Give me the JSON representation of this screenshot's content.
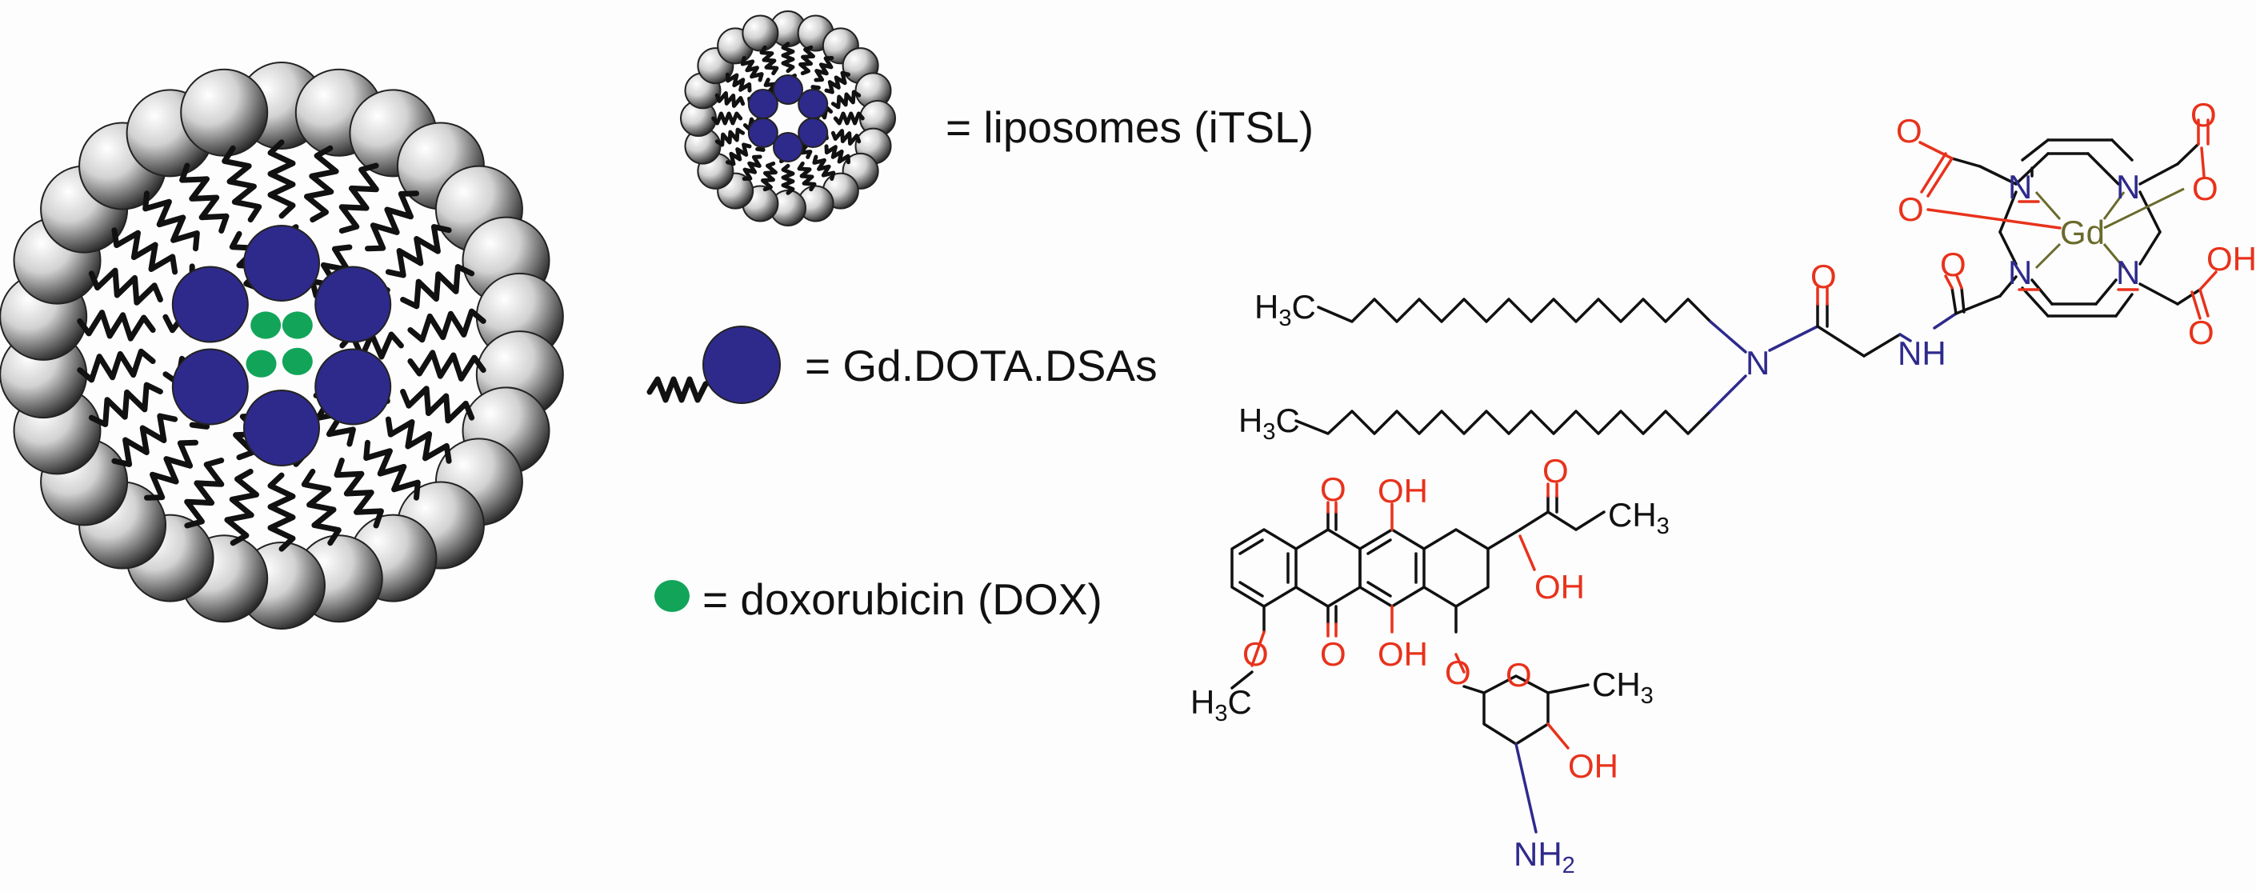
{
  "legend": {
    "liposome_label": "= liposomes (iTSL)",
    "gd_label": "= Gd.DOTA.DSAs",
    "dox_label": "= doxorubicin (DOX)"
  },
  "colors": {
    "gd_sphere": "#2e2a8c",
    "dox": "#12a55a",
    "oxygen": "#e8321c",
    "nitrogen": "#2e2a8c",
    "gadolinium": "#6a6a2c"
  },
  "gd_dota_dsa": {
    "atoms": {
      "h3c": "H",
      "three": "3",
      "c": "C",
      "n": "N",
      "o": "O",
      "nh": "NH",
      "oh": "OH",
      "gd": "Gd"
    }
  },
  "doxorubicin": {
    "atoms": {
      "o": "O",
      "oh": "OH",
      "ch": "CH",
      "three": "3",
      "h3c": "H",
      "c": "C",
      "nh": "NH",
      "two": "2"
    }
  }
}
